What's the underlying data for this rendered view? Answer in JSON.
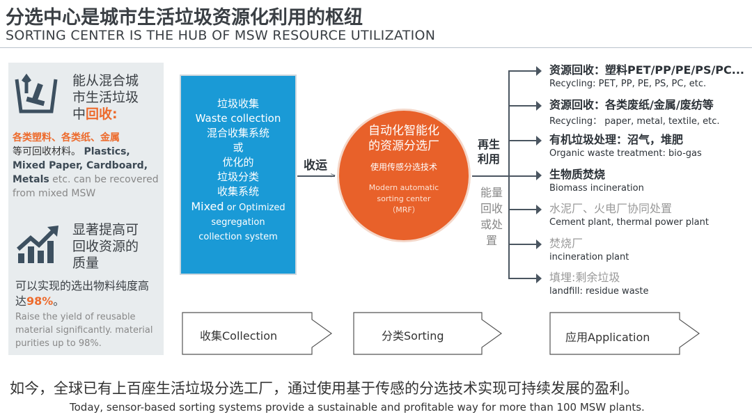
{
  "header": {
    "title": "分选中心是城市生活垃圾资源化利用的枢纽",
    "subtitle": "SORTING CENTER IS THE HUB OF MSW RESOURCE UTILIZATION"
  },
  "left_panel": {
    "block1": {
      "icon": "waste-basket-icon",
      "heading_1": "能从混合城",
      "heading_2": "市生活垃圾",
      "heading_3a": "中",
      "heading_3b": "回收:",
      "highlight": "各类塑料、各类纸、金属",
      "text_cn": "等可回收材料。",
      "text_en_bold": "Plastics, Mixed Paper, Cardboard, Metals",
      "text_en": " etc. can be recovered from mixed MSW"
    },
    "block2": {
      "icon": "growth-chart-icon",
      "heading_1": "显著提高可",
      "heading_2": "回收资源的",
      "heading_3": "质量",
      "text_cn_a": "可以实现的选出物料纯度高达",
      "text_cn_pct": "98%",
      "text_cn_b": "。",
      "text_en": "Raise the yield of reusable material significantly. material purities up to 98%."
    }
  },
  "collection_box": {
    "lines": [
      "垃圾收集",
      "Waste collection",
      "混合收集系统",
      "或",
      "优化的",
      "垃圾分类",
      "收集系统"
    ],
    "en_mixed": "Mixed",
    "en_rest": " or Optimized",
    "en_2": "segregation",
    "en_3": "collection system"
  },
  "transport_label": "收运",
  "center": {
    "cn_1": "自动化智能化",
    "cn_2": "的资源分选厂",
    "tech": "使用传感分选技术",
    "en_1": "Modern automatic",
    "en_2": "sorting center",
    "en_3": "（MRF）"
  },
  "recycle_label": "再生利用",
  "energy_label": "能量回收或处置",
  "outputs": [
    {
      "cn": "资源回收：塑料PET/PP/PE/PS/PC...",
      "en": "Recycling: PET, PP, PE, PS, PC, etc."
    },
    {
      "cn": "资源回收：各类废纸/金属/废纺等",
      "en": "Recycling：  paper, metal, textile, etc."
    },
    {
      "cn": "有机垃圾处理：沼气，堆肥",
      "en": "Organic waste treatment: bio-gas"
    },
    {
      "cn": "生物质焚烧",
      "en": "Biomass incineration"
    },
    {
      "cn": "水泥厂、火电厂协同处置",
      "en": "Cement plant, thermal power plant"
    },
    {
      "cn": "焚烧厂",
      "en": "incineration plant"
    },
    {
      "cn": "填埋:剩余垃圾",
      "en": "landfill: residue waste"
    }
  ],
  "steps": [
    "收集Collection",
    "分类Sorting",
    "应用Application"
  ],
  "footer": {
    "cn": "如今，全球已有上百座生活垃圾分选工厂，通过使用基于传感的分选技术实现可持续发展的盈利。",
    "en": "Today, sensor-based sorting systems provide a sustainable and profitable way for more than 100 MSW plants."
  },
  "colors": {
    "orange": "#e8612a",
    "blue": "#1a9ad6",
    "panel": "#e8ecee"
  }
}
